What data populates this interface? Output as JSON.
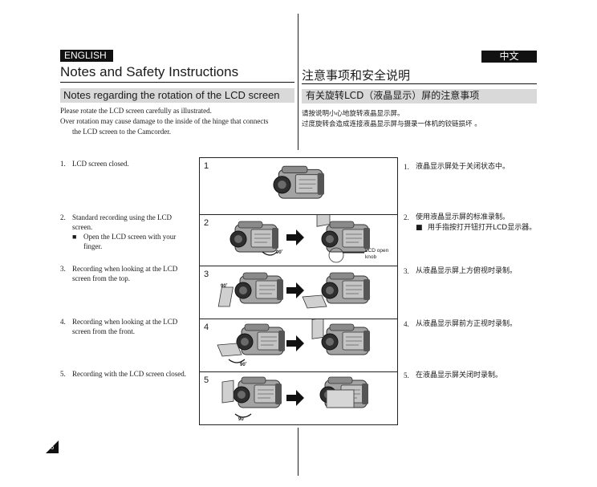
{
  "header": {
    "lang_en": "ENGLISH",
    "lang_zh": "中文",
    "title_en": "Notes and Safety Instructions",
    "title_zh": "注意事项和安全说明"
  },
  "section": {
    "heading_en": "Notes regarding the rotation of the LCD screen",
    "heading_zh": "有关旋转LCD（液晶显示）屏的注意事项"
  },
  "intro_en": {
    "line1": "Please rotate the LCD screen carefully as illustrated.",
    "line2": "Over rotation may cause damage to the inside of the hinge that connects",
    "line3": "the LCD screen to the Camcorder."
  },
  "intro_zh": {
    "line1": "请按说明小心地旋转液晶显示屏。",
    "line2": "过度旋转会造成连接液晶显示屏与摄录一体机的铰链损坏 。"
  },
  "steps_en": [
    {
      "num": "1.",
      "text": "LCD screen closed."
    },
    {
      "num": "2.",
      "text": "Standard recording using the LCD screen.",
      "bullet": "■",
      "sub": "Open the LCD screen with your finger."
    },
    {
      "num": "3.",
      "text": "Recording when looking at the LCD screen from the top."
    },
    {
      "num": "4.",
      "text": "Recording when looking at the LCD screen from the front."
    },
    {
      "num": "5.",
      "text": "Recording with the LCD screen closed."
    }
  ],
  "steps_zh": [
    {
      "num": "1.",
      "text": "液晶显示屏处于关闭状态中。"
    },
    {
      "num": "2.",
      "text": "使用液晶显示屏的标准录制。",
      "bullet": "■",
      "sub": "用手指按打开钮打开LCD显示器。"
    },
    {
      "num": "3.",
      "text": "从液晶显示屏上方俯视时录制。"
    },
    {
      "num": "4.",
      "text": "从液晶显示屏前方正视时录制。"
    },
    {
      "num": "5.",
      "text": "在液晶显示屏关闭时录制。"
    }
  ],
  "figure": {
    "panel_numbers": [
      "1",
      "2",
      "3",
      "4",
      "5"
    ],
    "angle_label": "90˚",
    "knob_label_line1": "LCD open",
    "knob_label_line2": "knob"
  },
  "page_number": "6",
  "colors": {
    "band_gray": "#d9d9d9",
    "ink": "#111111",
    "camera_body": "#9c9c9c",
    "camera_dark": "#3a3a3a"
  }
}
